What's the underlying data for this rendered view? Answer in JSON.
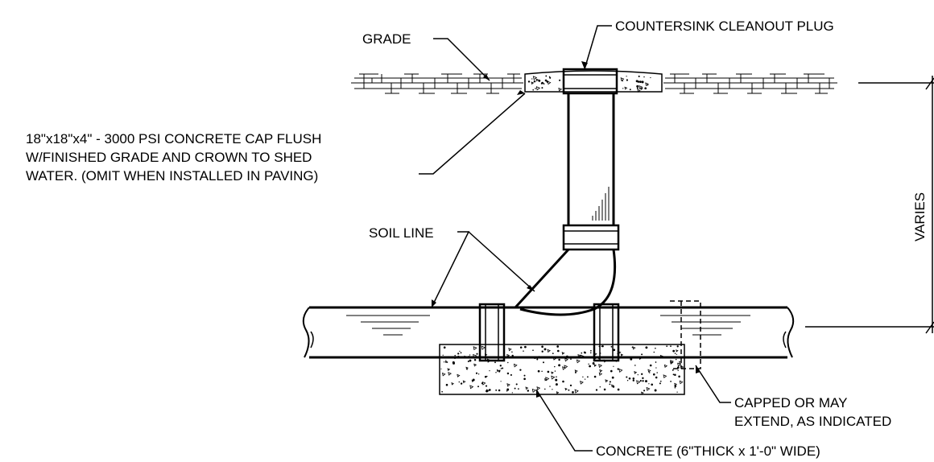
{
  "labels": {
    "grade": "GRADE",
    "cleanout_plug": "COUNTERSINK CLEANOUT PLUG",
    "cap_line1": "18\"x18\"x4\" - 3000 PSI CONCRETE CAP FLUSH",
    "cap_line2": "W/FINISHED GRADE AND CROWN TO SHED",
    "cap_line3": "WATER. (OMIT WHEN INSTALLED IN PAVING)",
    "soil_line": "SOIL LINE",
    "varies": "VARIES",
    "capped_line1": "CAPPED OR MAY",
    "capped_line2": "EXTEND, AS INDICATED",
    "concrete": "CONCRETE (6\"THICK x 1'-0\" WIDE)"
  },
  "colors": {
    "ink": "#000000",
    "background": "#ffffff"
  }
}
